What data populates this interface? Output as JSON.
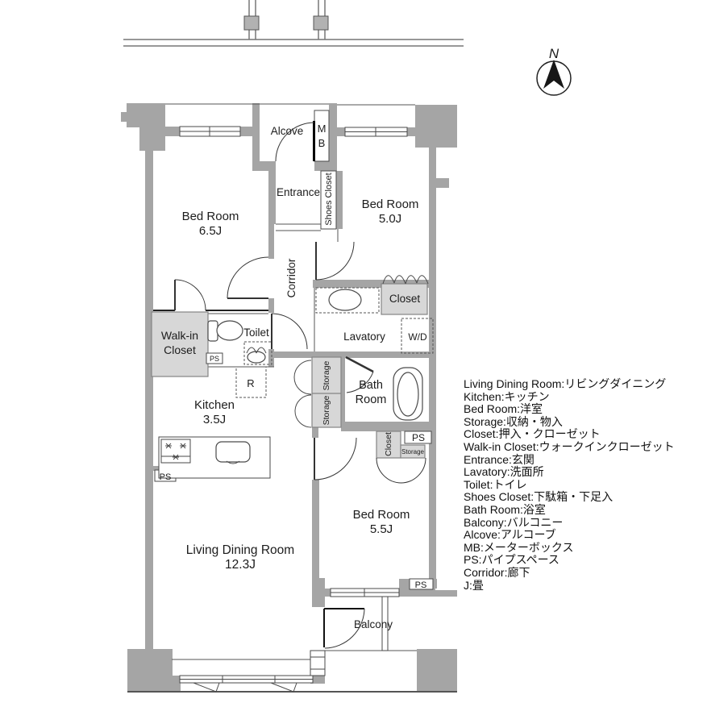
{
  "colors": {
    "wall": "#a5a5a5",
    "shade": "#d7d7d7",
    "line": "#4a4a4a",
    "text": "#1c1c1c"
  },
  "north_label": "N",
  "rooms": {
    "alcove": {
      "label": "Alcove"
    },
    "mb": {
      "line1": "M",
      "line2": "B"
    },
    "entrance": {
      "label": "Entrance"
    },
    "shoes_closet": {
      "label": "Shoes Closet"
    },
    "bedroom_65": {
      "name": "Bed Room",
      "size": "6.5J"
    },
    "bedroom_50": {
      "name": "Bed Room",
      "size": "5.0J"
    },
    "bedroom_55": {
      "name": "Bed Room",
      "size": "5.5J"
    },
    "corridor": {
      "label": "Corridor"
    },
    "closet_upper": {
      "label": "Closet"
    },
    "lavatory": {
      "label": "Lavatory"
    },
    "wd": {
      "label": "W/D"
    },
    "walkin_closet": {
      "line1": "Walk-in",
      "line2": "Closet"
    },
    "toilet": {
      "label": "Toilet"
    },
    "ps": {
      "label": "PS"
    },
    "refrigerator": {
      "label": "R"
    },
    "kitchen": {
      "name": "Kitchen",
      "size": "3.5J"
    },
    "storage": {
      "label": "Storage"
    },
    "bath": {
      "line1": "Bath",
      "line2": "Room"
    },
    "closet_lower": {
      "label": "Closet"
    },
    "living_dining": {
      "name": "Living Dining Room",
      "size": "12.3J"
    },
    "balcony": {
      "label": "Balcony"
    }
  },
  "legend": {
    "lines": [
      "Living Dining Room:リビングダイニング",
      "Kitchen:キッチン",
      "Bed Room:洋室",
      "Storage:収納・物入",
      "Closet:押入・クローゼット",
      "Walk-in Closet:ウォークインクローゼット",
      "Entrance:玄関",
      "Lavatory:洗面所",
      "Toilet:トイレ",
      "Shoes Closet:下駄箱・下足入",
      "Bath Room:浴室",
      "Balcony:バルコニー",
      "Alcove:アルコーブ",
      "MB:メーターボックス",
      "PS:パイプスペース",
      "Corridor:廊下",
      "J:畳"
    ]
  }
}
